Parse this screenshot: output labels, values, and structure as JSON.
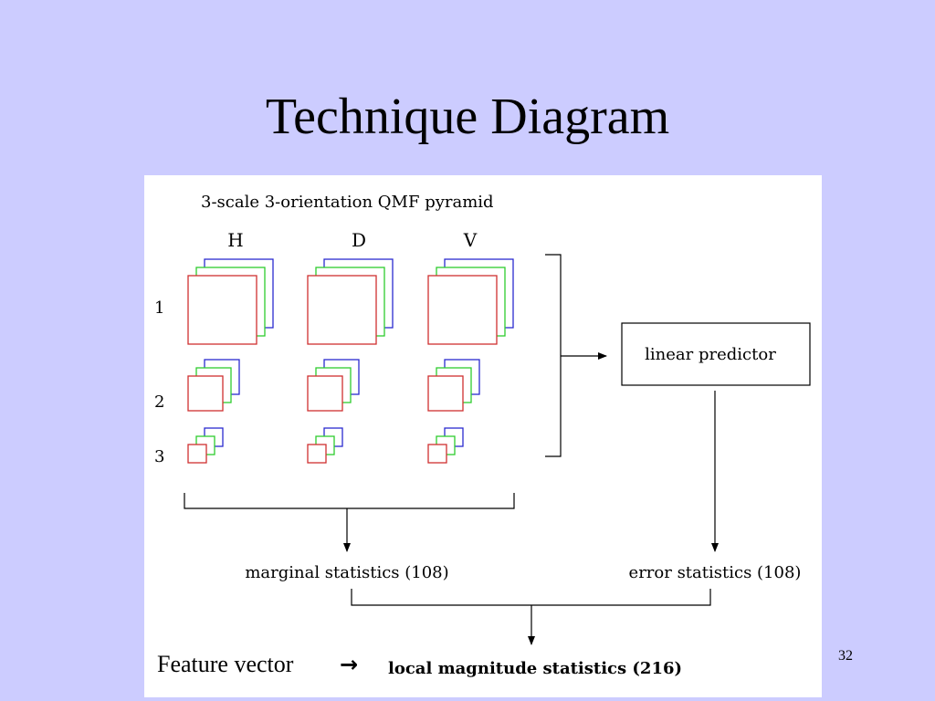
{
  "slide": {
    "title": "Technique Diagram",
    "page_number": "32"
  },
  "diagram": {
    "caption": "3-scale 3-orientation QMF pyramid",
    "orientations": [
      "H",
      "D",
      "V"
    ],
    "scales": [
      "1",
      "2",
      "3"
    ],
    "predictor_label": "linear predictor",
    "marginal_label": "marginal statistics (108)",
    "error_label": "error statistics (108)",
    "result_label": "local magnitude statistics (216)",
    "feature_label": "Feature vector",
    "feature_arrow": "→",
    "colors": {
      "blue": "#2b2bd0",
      "green": "#2ecc2e",
      "red": "#d03030",
      "background": "#ccccff"
    }
  }
}
